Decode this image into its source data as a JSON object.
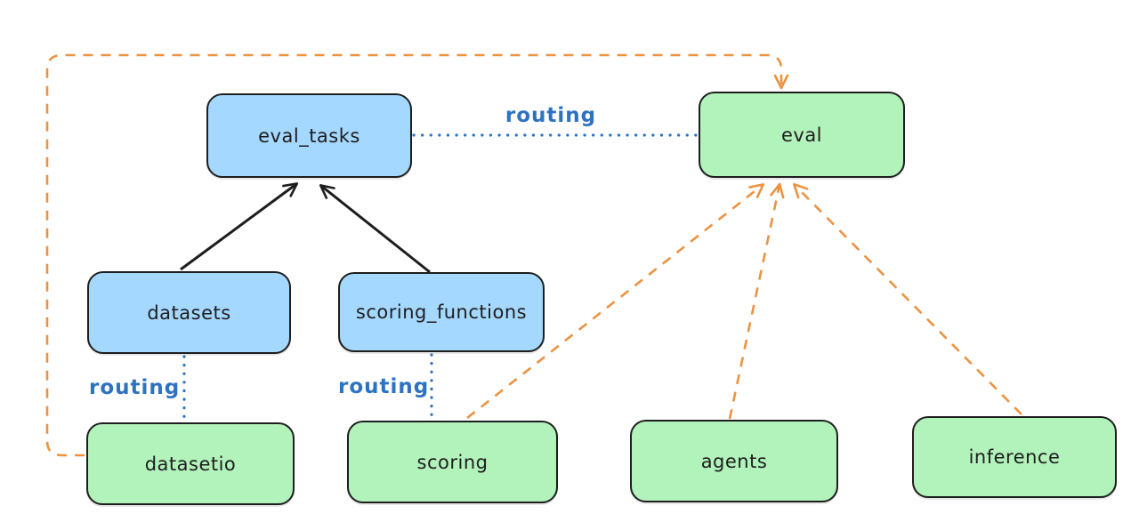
{
  "diagram": {
    "nodes": [
      {
        "id": "eval_tasks",
        "label": "eval_tasks",
        "fill": "blue"
      },
      {
        "id": "eval",
        "label": "eval",
        "fill": "green"
      },
      {
        "id": "datasets",
        "label": "datasets",
        "fill": "blue"
      },
      {
        "id": "scoring_functions",
        "label": "scoring_functions",
        "fill": "blue"
      },
      {
        "id": "datasetio",
        "label": "datasetio",
        "fill": "green"
      },
      {
        "id": "scoring",
        "label": "scoring",
        "fill": "green"
      },
      {
        "id": "agents",
        "label": "agents",
        "fill": "green"
      },
      {
        "id": "inference",
        "label": "inference",
        "fill": "green"
      }
    ],
    "edges": [
      {
        "from": "datasets",
        "to": "eval_tasks",
        "style": "solid-arrow",
        "color": "black"
      },
      {
        "from": "scoring_functions",
        "to": "eval_tasks",
        "style": "solid-arrow",
        "color": "black"
      },
      {
        "from": "eval_tasks",
        "to": "eval",
        "style": "dotted",
        "color": "blue",
        "label": "routing"
      },
      {
        "from": "datasets",
        "to": "datasetio",
        "style": "dotted",
        "color": "blue",
        "label": "routing"
      },
      {
        "from": "scoring_functions",
        "to": "scoring",
        "style": "dotted",
        "color": "blue",
        "label": "routing"
      },
      {
        "from": "scoring",
        "to": "eval",
        "style": "dashed-arrow",
        "color": "orange"
      },
      {
        "from": "agents",
        "to": "eval",
        "style": "dashed-arrow",
        "color": "orange"
      },
      {
        "from": "inference",
        "to": "eval",
        "style": "dashed-arrow",
        "color": "orange"
      },
      {
        "from": "datasetio",
        "to": "eval",
        "style": "dashed-arrow",
        "color": "orange",
        "route": "around-left-and-top"
      }
    ],
    "edge_labels": [
      {
        "text": "routing"
      },
      {
        "text": "routing"
      },
      {
        "text": "routing"
      }
    ],
    "colors": {
      "background": "#ffffff",
      "node_stroke": "#1e1e1e",
      "blue_fill": "#a5d8ff",
      "green_fill": "#b2f2bb",
      "routing_blue": "#2e72c2",
      "orange": "#ec9342",
      "black": "#1e1e1e"
    }
  }
}
